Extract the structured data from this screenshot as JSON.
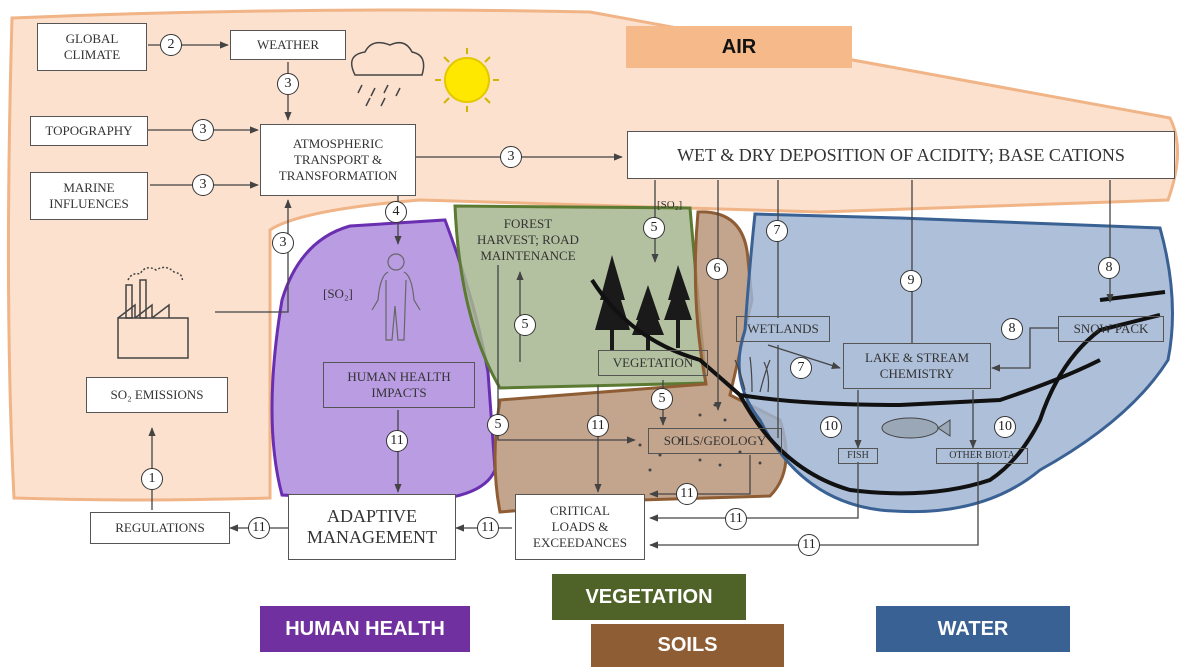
{
  "categories": {
    "air": "AIR",
    "human_health": "HUMAN HEALTH",
    "vegetation": "VEGETATION",
    "soils": "SOILS",
    "water": "WATER"
  },
  "boxes": {
    "global_climate": "GLOBAL\nCLIMATE",
    "weather": "WEATHER",
    "topography": "TOPOGRAPHY",
    "marine": "MARINE\nINFLUENCES",
    "atmospheric": "ATMOSPHERIC\nTRANSPORT &\nTRANSFORMATION",
    "deposition": "WET & DRY DEPOSITION OF ACIDITY; BASE CATIONS",
    "forest": "FOREST\nHARVEST; ROAD\nMAINTENANCE",
    "so2_emissions": "SO₂ EMISSIONS",
    "human_health_impacts": "HUMAN HEALTH\nIMPACTS",
    "vegetation": "VEGETATION",
    "wetlands": "WETLANDS",
    "lake_stream": "LAKE & STREAM\nCHEMISTRY",
    "snow_pack": "SNOW PACK",
    "soils_geology": "SOILS/GEOLOGY",
    "fish": "FISH",
    "other_biota": "OTHER BIOTA",
    "regulations": "REGULATIONS",
    "adaptive": "ADAPTIVE\nMANAGEMENT",
    "critical_loads": "CRITICAL\nLOADS &\nEXCEEDANCES"
  },
  "labels": {
    "so2_person": "[SO₂]",
    "so2_veg": "[SO₂]"
  },
  "numbers": {
    "n_gc_weather": "2",
    "n_weather_atm": "3",
    "n_topo": "3",
    "n_marine": "3",
    "n_atm_dep": "3",
    "n_emis_atm": "3",
    "n_atm_human": "4",
    "n_dep_veg": "5",
    "n_veg_forest": "5",
    "n_veg_soil": "5",
    "n_forest_soil": "5",
    "n_dep_soil": "6",
    "n_dep_wet": "7",
    "n_wet_lake": "7",
    "n_dep_lake": "9",
    "n_dep_snow": "8",
    "n_snow_lake": "8",
    "n_fish": "10",
    "n_biota": "10",
    "n_human_adapt": "11",
    "n_veg_cl": "11",
    "n_soil_cl": "11",
    "n_lake_cl": "11",
    "n_biota_cl": "11",
    "n_cl_adapt": "11",
    "n_adapt_reg": "11",
    "n_reg_emis": "1"
  },
  "colors": {
    "air": "#f8c9a6",
    "human_health": "#8a5fc9",
    "vegetation": "#6f8b4b",
    "soils": "#a2795b",
    "water": "#7e9fc6",
    "air_label_bg": "#f6b98a",
    "human_label_bg": "#7030a0",
    "veg_label_bg": "#4f6228",
    "soils_label_bg": "#8f5d34",
    "water_label_bg": "#3a6194"
  }
}
